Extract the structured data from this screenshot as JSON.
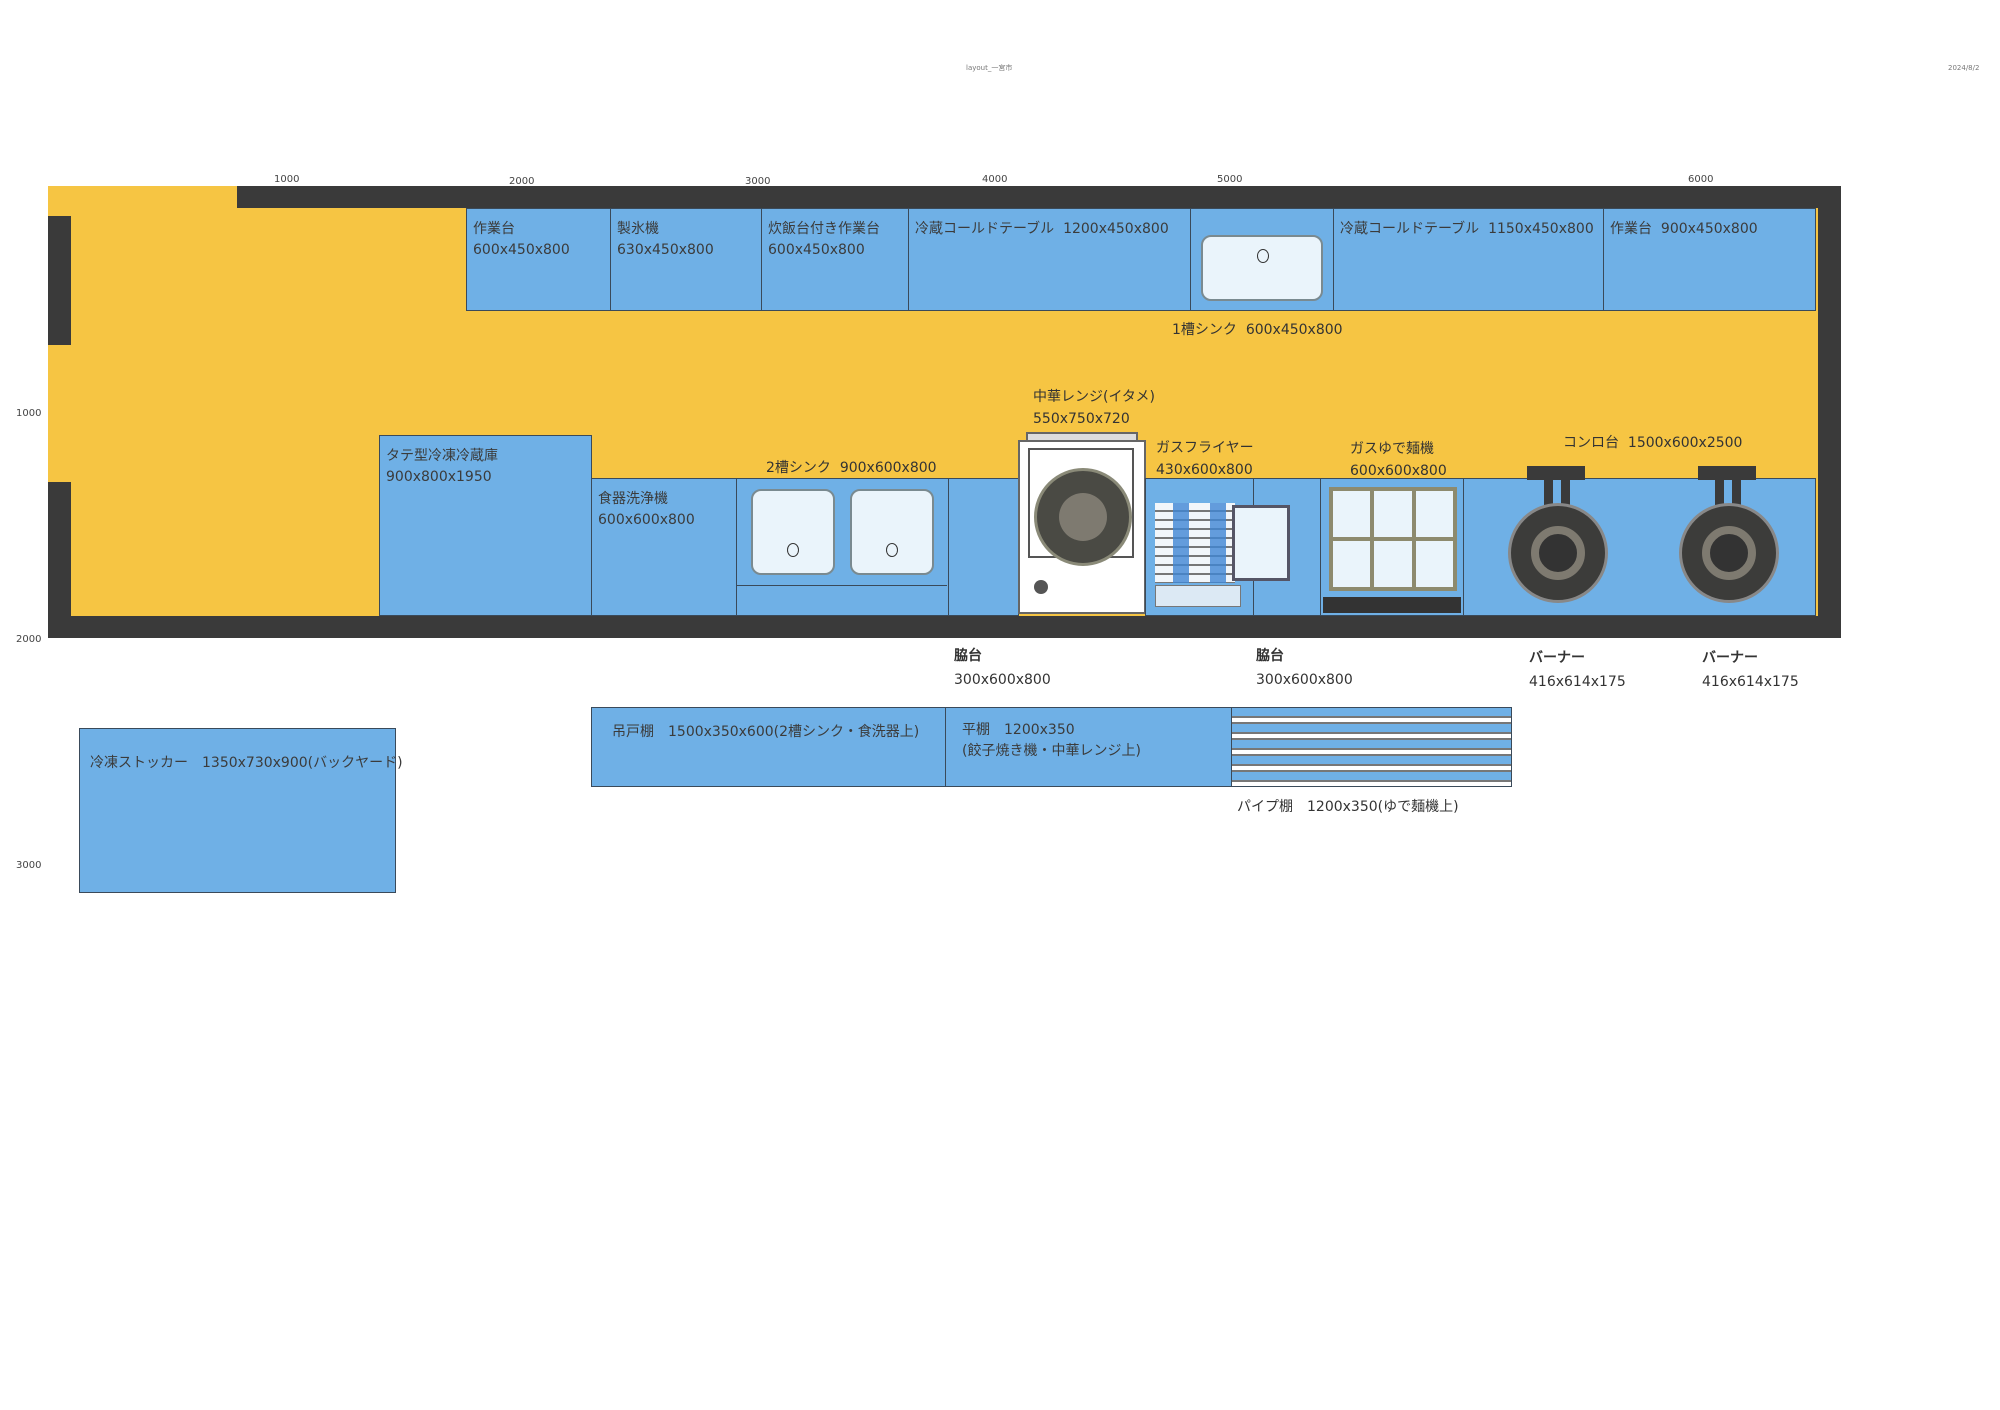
{
  "header": {
    "title": "layout_一宮市",
    "date": "2024/8/2"
  },
  "scale": {
    "top": [
      "1000",
      "2000",
      "3000",
      "4000",
      "5000",
      "6000"
    ],
    "left": [
      "1000",
      "2000",
      "3000"
    ]
  },
  "colors": {
    "floor": "#f6c543",
    "wall": "#3a3a3a",
    "equipment": "#6fb0e6"
  },
  "top_row": [
    {
      "name": "作業台",
      "size": "600x450x800"
    },
    {
      "name": "製氷機",
      "size": "630x450x800"
    },
    {
      "name": "炊飯台付き作業台",
      "size": "600x450x800"
    },
    {
      "name": "冷蔵コールドテーブル",
      "size": "1200x450x800"
    },
    {
      "name": "1槽シンク",
      "size": "600x450x800"
    },
    {
      "name": "冷蔵コールドテーブル",
      "size": "1150x450x800"
    },
    {
      "name": "作業台",
      "size": "900x450x800"
    }
  ],
  "bottom_row": [
    {
      "name": "タテ型冷凍冷蔵庫",
      "size": "900x800x1950"
    },
    {
      "name": "食器洗浄機",
      "size": "600x600x800"
    },
    {
      "name": "2槽シンク",
      "size": "900x600x800"
    },
    {
      "name": "脇台",
      "size": "300x600x800"
    },
    {
      "name": "中華レンジ(イタメ)",
      "size": "550x750x720"
    },
    {
      "name": "ガスフライヤー",
      "size": "430x600x800"
    },
    {
      "name": "脇台",
      "size": "300x600x800"
    },
    {
      "name": "ガスゆで麺機",
      "size": "600x600x800"
    },
    {
      "name": "コンロ台",
      "size": "1500x600x2500"
    }
  ],
  "burners": [
    {
      "name": "バーナー",
      "size": "416x614x175"
    },
    {
      "name": "バーナー",
      "size": "416x614x175"
    }
  ],
  "shelves": [
    {
      "text": "吊戸棚　1500x350x600(2槽シンク・食洗器上)"
    },
    {
      "line1": "平棚　1200x350",
      "line2": "(餃子焼き機・中華レンジ上)"
    },
    {
      "text": "パイプ棚　1200x350(ゆで麺機上)"
    }
  ],
  "stocker": {
    "text": "冷凍ストッカー　1350x730x900(バックヤード)"
  }
}
